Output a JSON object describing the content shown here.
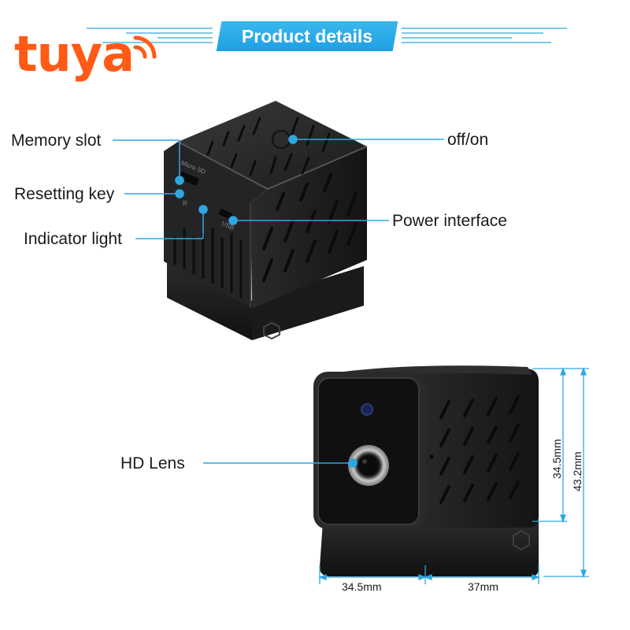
{
  "brand": {
    "logo_text": "tuya",
    "color": "#ff5a16"
  },
  "banner": {
    "title": "Product details",
    "color": "#23a5e6"
  },
  "callouts": {
    "memory_slot": "Memory slot",
    "resetting_key": "Resetting key",
    "indicator_light": "Indicator light",
    "off_on": "off/on",
    "power_interface": "Power interface",
    "hd_lens": "HD Lens"
  },
  "device_labels": {
    "sd": "Micro SD",
    "reset": "R",
    "usb": "USB"
  },
  "dimensions": {
    "width_front": "34.5mm",
    "width_side": "37mm",
    "height_cube": "34.5mm",
    "height_total": "43.2mm"
  },
  "colors": {
    "line": "#2ea7e0",
    "device": "#1c1c1e"
  }
}
